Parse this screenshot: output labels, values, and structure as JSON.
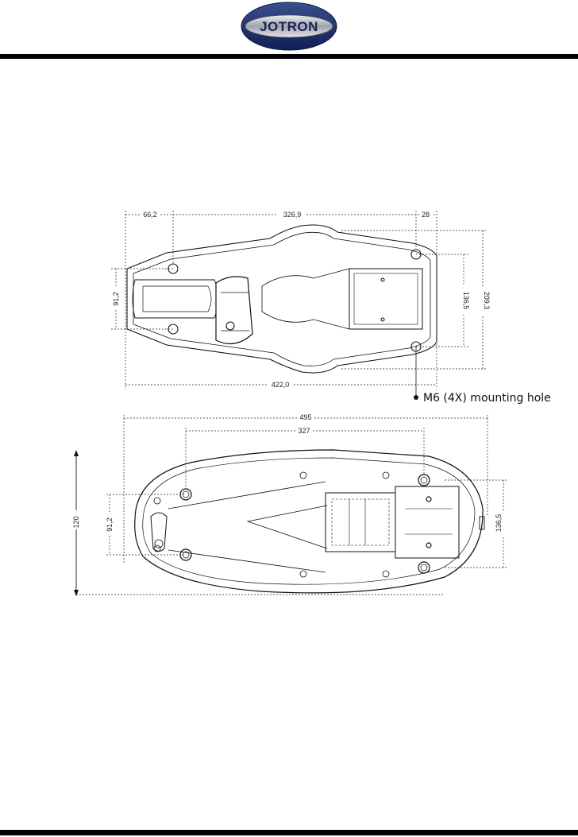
{
  "header": {
    "brand": "JOTRON"
  },
  "top_view": {
    "dims": {
      "left_offset": "66,2",
      "hole_spacing": "326,9",
      "right_offset": "28",
      "overall_length": "422,0",
      "left_width": "91,2",
      "inner_width": "136,5",
      "overall_width": "209,3"
    },
    "callout": "M6 (4X) mounting hole"
  },
  "side_view": {
    "dims": {
      "overall_length": "495",
      "hole_spacing": "327",
      "height": "120",
      "left_width": "91,2",
      "right_width": "136,5"
    }
  },
  "colors": {
    "ink": "#111111",
    "logo_blue": "#1a2f6e",
    "logo_silver": "#b8bcc4"
  }
}
